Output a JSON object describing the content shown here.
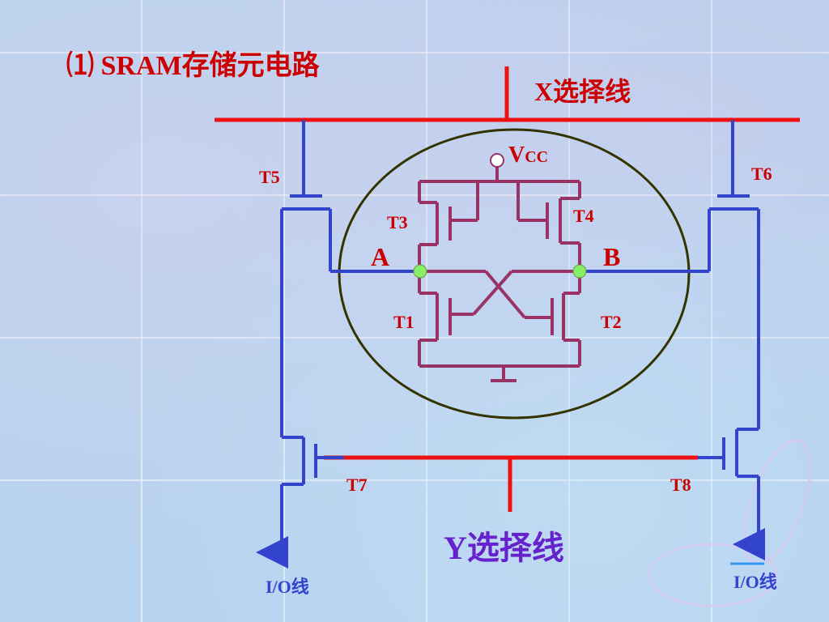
{
  "title": "⑴ SRAM存储元电路",
  "x_line_label": "X选择线",
  "y_line_label": "Y选择线",
  "vcc": {
    "main": "V",
    "sub": "CC"
  },
  "node_a": "A",
  "node_b": "B",
  "transistors": {
    "t1": "T1",
    "t2": "T2",
    "t3": "T3",
    "t4": "T4",
    "t5": "T5",
    "t6": "T6",
    "t7": "T7",
    "t8": "T8"
  },
  "io_left": "I/O线",
  "io_right": "I/O线",
  "colors": {
    "red": "#ee1111",
    "blue": "#3344cc",
    "purple": "#993366",
    "ellipse": "#333300",
    "node": "#88ee66",
    "label_red": "#cc0000",
    "label_purple": "#6622cc"
  }
}
